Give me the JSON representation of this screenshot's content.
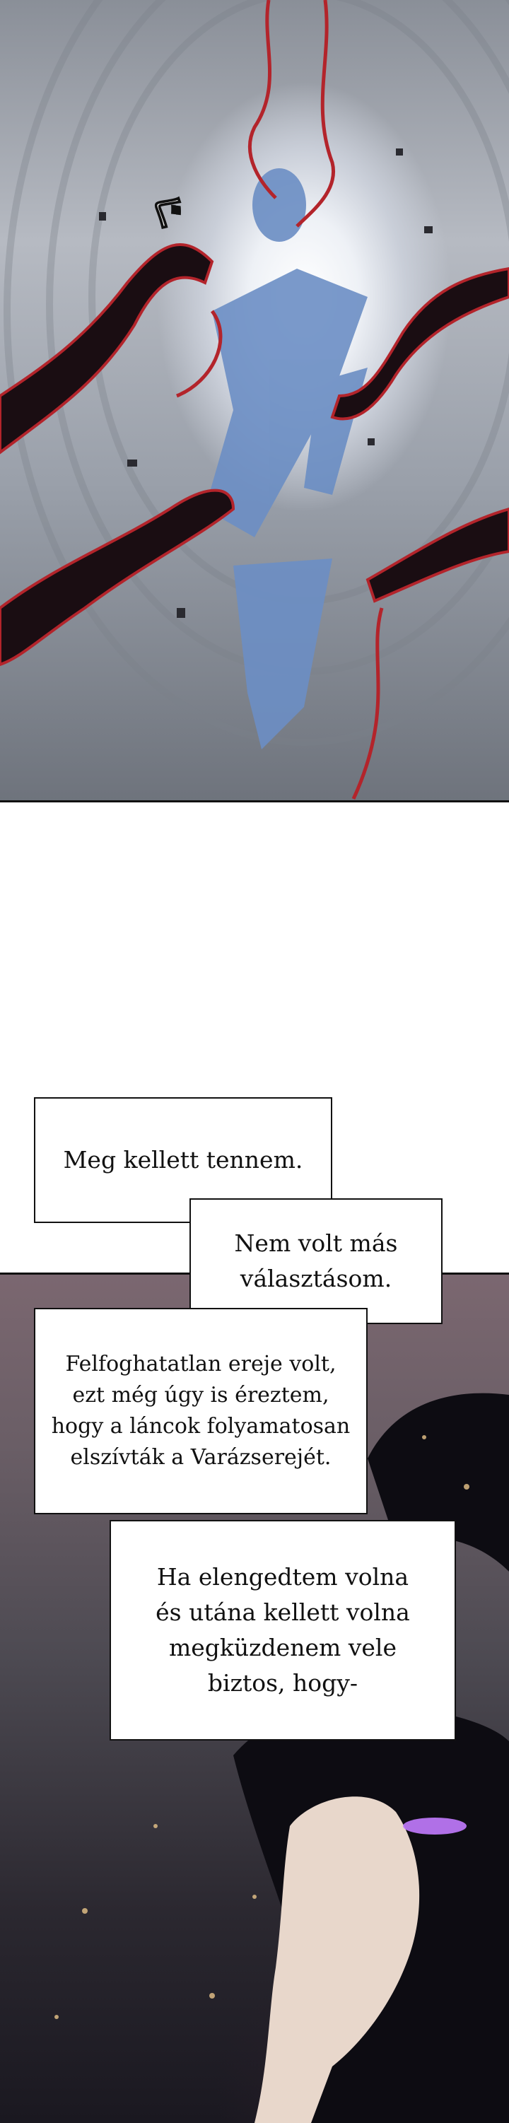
{
  "sfx": "ぐ",
  "bubbles": [
    {
      "text": "Meg kellett tennem."
    },
    {
      "text": "Nem volt más\nválasztásom."
    },
    {
      "text": "Felfoghatatlan ereje volt,\nezt még úgy is éreztem,\nhogy a láncok folyamatosan\nelszívták a Varázserejét."
    },
    {
      "text": "Ha elengedtem volna\nés utána kellett volna\nmegküzdenem vele\nbiztos, hogy-"
    }
  ],
  "colors": {
    "chain_red": "#b3242b",
    "shadow": "#1a0d12",
    "figure_blue": "#6b8ec4",
    "eye_glow": "#c27bff"
  }
}
